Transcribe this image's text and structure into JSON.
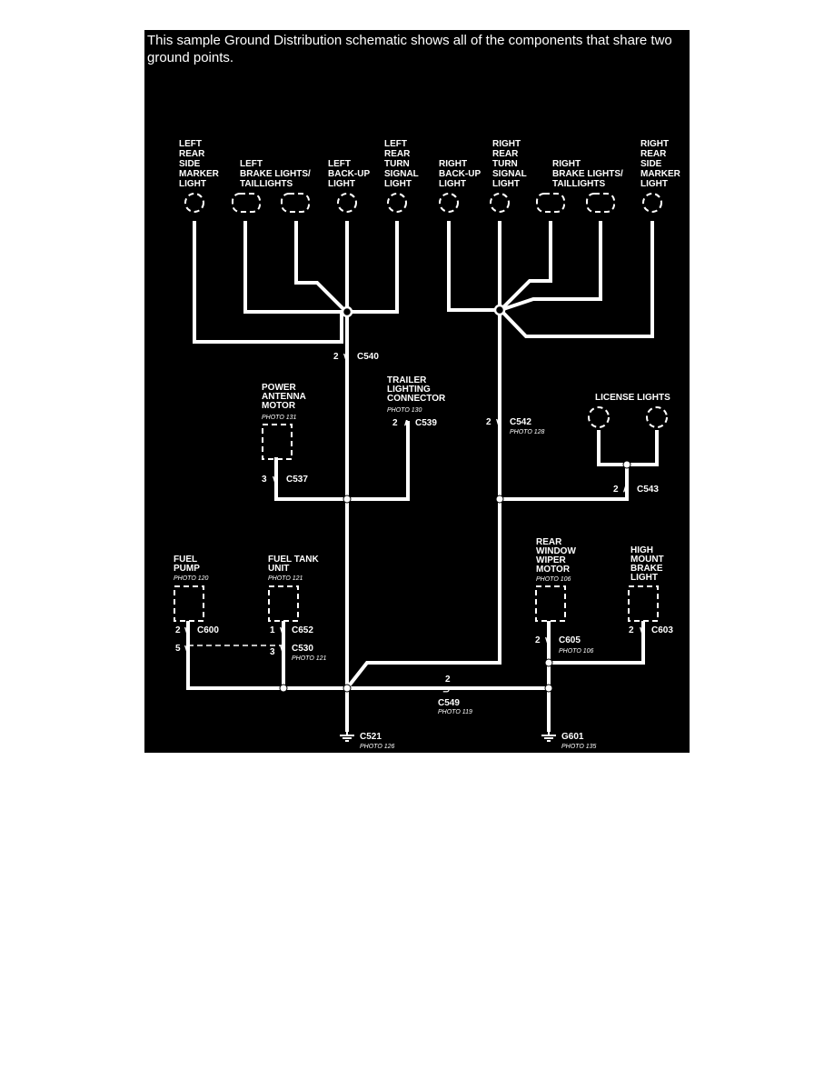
{
  "caption": "This sample Ground Distribution schematic shows all of the components that share two ground points.",
  "components": {
    "left_rear_side_marker": [
      "LEFT",
      "REAR",
      "SIDE",
      "MARKER",
      "LIGHT"
    ],
    "left_brake_tail": [
      "LEFT",
      "BRAKE LIGHTS/",
      "TAILLIGHTS"
    ],
    "left_backup": [
      "LEFT",
      "BACK-UP",
      "LIGHT"
    ],
    "left_rear_turn": [
      "LEFT",
      "REAR",
      "TURN",
      "SIGNAL",
      "LIGHT"
    ],
    "right_backup": [
      "RIGHT",
      "BACK-UP",
      "LIGHT"
    ],
    "right_rear_turn": [
      "RIGHT",
      "REAR",
      "TURN",
      "SIGNAL",
      "LIGHT"
    ],
    "right_brake_tail": [
      "RIGHT",
      "BRAKE LIGHTS/",
      "TAILLIGHTS"
    ],
    "right_rear_side_marker": [
      "RIGHT",
      "REAR",
      "SIDE",
      "MARKER",
      "LIGHT"
    ],
    "power_antenna": [
      "POWER",
      "ANTENNA",
      "MOTOR"
    ],
    "trailer_connector": [
      "TRAILER",
      "LIGHTING",
      "CONNECTOR"
    ],
    "license_lights": [
      "LICENSE LIGHTS"
    ],
    "fuel_pump": [
      "FUEL",
      "PUMP"
    ],
    "fuel_tank_unit": [
      "FUEL TANK",
      "UNIT"
    ],
    "rear_wiper": [
      "REAR",
      "WINDOW",
      "WIPER",
      "MOTOR"
    ],
    "high_mount": [
      "HIGH",
      "MOUNT",
      "BRAKE",
      "LIGHT"
    ]
  },
  "photos": {
    "power_antenna": "PHOTO 131",
    "trailer_connector": "PHOTO 130",
    "c542": "PHOTO 128",
    "fuel_pump": "PHOTO 120",
    "fuel_tank_unit": "PHOTO 121",
    "c530": "PHOTO 121",
    "rear_wiper": "PHOTO 106",
    "c605": "PHOTO 106",
    "c549": "PHOTO 119",
    "c521": "PHOTO 126",
    "g601": "PHOTO 135"
  },
  "connectors": {
    "c540": {
      "name": "C540",
      "pin": "2"
    },
    "c539": {
      "name": "C539",
      "pin": "2"
    },
    "c542": {
      "name": "C542",
      "pin": "2"
    },
    "c537": {
      "name": "C537",
      "pin": "3"
    },
    "c543": {
      "name": "C543",
      "pin": "2"
    },
    "c600": {
      "name": "C600",
      "pin": "2"
    },
    "c652": {
      "name": "C652",
      "pin": "1"
    },
    "c530": {
      "name": "C530",
      "pin_left": "5",
      "pin_right": "3"
    },
    "c605": {
      "name": "C605",
      "pin": "2"
    },
    "c603": {
      "name": "C603",
      "pin": "2"
    },
    "c549": {
      "name": "C549",
      "pin": "2"
    }
  },
  "grounds": {
    "c521": "C521",
    "g601": "G601"
  }
}
